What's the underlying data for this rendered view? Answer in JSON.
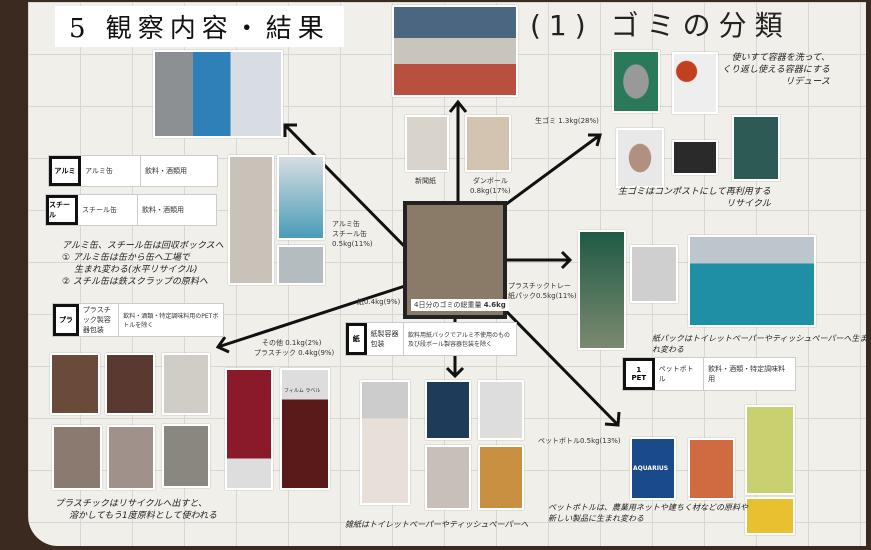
{
  "title": "5 観察内容・結果",
  "subtitle": "(1) ゴミの分類",
  "center": {
    "label": "4日分のゴミの総重量",
    "total": "4.6kg"
  },
  "marks": {
    "aluminium": {
      "icon": "アルミ",
      "name": "アルミ缶",
      "use": "飲料・酒類用"
    },
    "steel": {
      "icon": "スチール",
      "name": "スチール缶",
      "use": "飲料・酒類用"
    },
    "plastic": {
      "icon": "プラ",
      "name": "プラスチック製容器包装",
      "use": "飲料・酒類・特定調味料用のPETボトルを除く"
    },
    "paper": {
      "icon": "紙",
      "name": "紙製容器包装",
      "use": "飲料用紙パックでアルミ不使用のもの及び段ボール製容器包装を除く"
    },
    "pet": {
      "icon": "PET",
      "num": "1",
      "name": "ペットボトル",
      "use": "飲料・酒類・特定調味料用"
    }
  },
  "weights": {
    "cans": [
      "アルミ缶",
      "スチール缶",
      "0.5kg(11%)"
    ],
    "newspaper": "新聞紙",
    "cardboard": [
      "ダンボール",
      "0.8kg(17%)"
    ],
    "food": "生ゴミ 1.3kg(28%)",
    "tray_pack": [
      "プラスチックトレー",
      "紙パック0.5kg(11%)"
    ],
    "paper": "紙0.4kg(9%)",
    "other": "その他 0.1kg(2%)",
    "plastic": "プラスチック 0.4kg(9%)",
    "pet": "ペットボトル0.5kg(13%)"
  },
  "notes": {
    "cans": [
      "アルミ缶、スチール缶は回収ボックスへ",
      "① アルミ缶は缶から缶へ工場で",
      "生まれ変わる(水平リサイクル)",
      "② スチル缶は鉄スクラップの原料へ"
    ],
    "reduce": [
      "使いすて容器を洗って、",
      "くり返し使える容器にする",
      "リデュース"
    ],
    "compost": [
      "生ゴミはコンポストにして再利用する",
      "リサイクル"
    ],
    "pack": "紙パックはトイレットペーパーやティッシュペーパーへ生まれ変わる",
    "plastic": [
      "プラスチックはリサイクルへ出すと、",
      "溶かしてもう1度原料として使われる"
    ],
    "zatsugami": "雑紙はトイレットペーパーやティッシュペーパーへ",
    "pet": [
      "ペットボトルは、農業用ネットや建ちく材などの原料や",
      "新しい製品に生まれ変わる"
    ]
  },
  "photo_text": {
    "film": "フィルム",
    "label": "ラベル",
    "brand": "AQUARIUS"
  }
}
